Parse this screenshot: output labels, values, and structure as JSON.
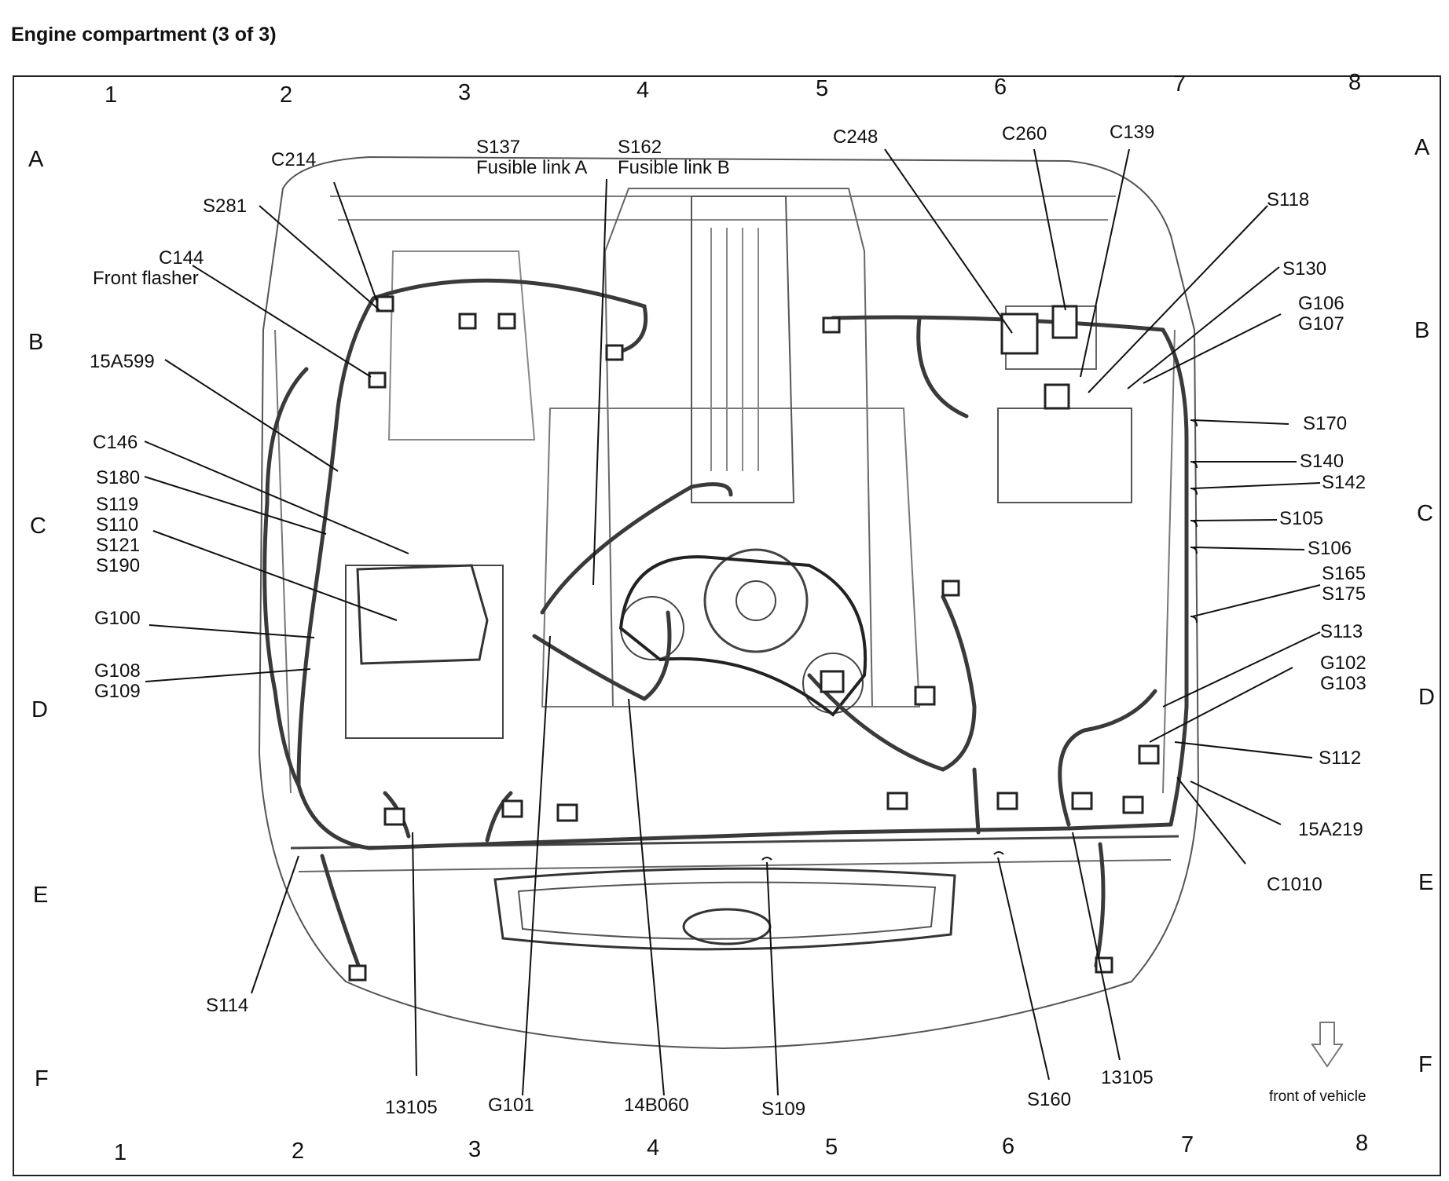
{
  "title": "Engine compartment (3 of 3)",
  "grid": {
    "columns": [
      "1",
      "2",
      "3",
      "4",
      "5",
      "6",
      "7",
      "8"
    ],
    "rows": [
      "A",
      "B",
      "C",
      "D",
      "E",
      "F"
    ]
  },
  "callouts": {
    "c214": "C214",
    "s281": "S281",
    "c144": "C144",
    "c144_desc": "Front flasher",
    "a15a599": "15A599",
    "c146": "C146",
    "s180": "S180",
    "s119": "S119",
    "s110": "S110",
    "s121": "S121",
    "s190": "S190",
    "g100": "G100",
    "g108": "G108",
    "g109": "G109",
    "s137": "S137",
    "s137_desc": "Fusible link A",
    "s162": "S162",
    "s162_desc": "Fusible link B",
    "c248": "C248",
    "c260": "C260",
    "c139": "C139",
    "s118": "S118",
    "s130": "S130",
    "g106": "G106",
    "g107": "G107",
    "s170": "S170",
    "s140": "S140",
    "s142": "S142",
    "s105": "S105",
    "s106": "S106",
    "s165": "S165",
    "s175": "S175",
    "s113": "S113",
    "g102": "G102",
    "g103": "G103",
    "s112": "S112",
    "a15a219": "15A219",
    "c1010": "C1010",
    "s114": "S114",
    "a13105_left": "13105",
    "g101": "G101",
    "a14b060": "14B060",
    "s109": "S109",
    "s160": "S160",
    "a13105_right": "13105"
  },
  "front_of_vehicle": "front of vehicle",
  "colors": {
    "ink": "#111111",
    "line": "#2a2a2a",
    "harness": "#3a3a3a"
  }
}
